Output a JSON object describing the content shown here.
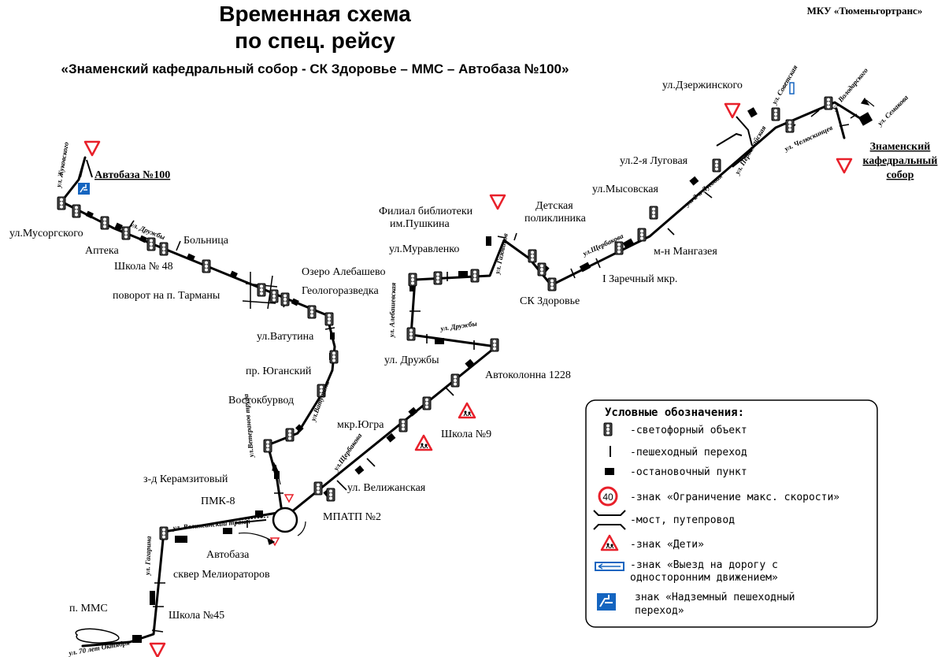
{
  "header": {
    "title_line1": "Временная схема",
    "title_line2": "по спец. рейсу",
    "route": "«Знаменский кафедральный собор - СК Здоровье – ММС – Автобаза №100»",
    "org": "МКУ «Тюменьгортранс»"
  },
  "endpoints": {
    "start": "Автобаза №100",
    "end_line1": "Знаменский",
    "end_line2": "кафедральный",
    "end_line3": "собор"
  },
  "stops": {
    "musorgskogo": "ул.Мусоргского",
    "apteka": "Аптека",
    "shkola48": "Школа № 48",
    "bolnica": "Больница",
    "povorot": "поворот на п. Тарманы",
    "geolog": "Геологоразведка",
    "vatutina": "ул.Ватутина",
    "yugansky": "пр. Юганский",
    "vostok": "Востокбурвод",
    "keramzit": "з-д Керамзитовый",
    "pmk8": "ПМК-8",
    "avtobaza": "Автобаза",
    "skver": "сквер Мелиораторов",
    "mms": "п. ММС",
    "shkola45": "Школа №45",
    "mpatp2": "МПАТП №2",
    "velizh": "ул. Велижанская",
    "mkrugra": "мкр.Югра",
    "shkola9": "Школа №9",
    "avtokolonna": "Автоколонна 1228",
    "druzhby": "ул. Дружбы",
    "alebashevo": "Озеро Алебашево",
    "muravlenko": "ул.Муравленко",
    "filial1": "Филиал библиотеки",
    "filial2": "им.Пушкина",
    "detpol1": "Детская",
    "detpol2": "поликлиника",
    "skzdorovie": "СК Здоровье",
    "zarech": "I Заречный мкр.",
    "mangazeya": "м-н Мангазея",
    "mysovskaya": "ул.Мысовская",
    "lugovaya2": "ул.2-я Луговая",
    "dzerzh": "ул.Дзержинского"
  },
  "streets": {
    "zhukovskogo": "ул. Жуковского",
    "druzhby_w": "ул. Дружбы",
    "vatutina": "ул.Ватутина",
    "vetenir": "ул.Ветеранов труда",
    "velizh_trakt": "ул. Велижанский тракт",
    "gagarina": "ул. Гагарина",
    "oktyabrya": "ул. 70 лет Октября",
    "shcherbakova_s": "ул.Щербакова",
    "druzhby_e": "ул. Дружбы",
    "alebashevskaya": "ул. Алебашевская",
    "gazovikov": "ул. Газовиков",
    "shcherbakova_n": "ул.Щербакова",
    "lugovaya": "ул. 2-я Луговая",
    "pervomayskaya": "ул. Первомайская",
    "semakova": "ул. Семакова",
    "chelyuskintsev": "ул. Челюскинцев",
    "volodarskogo": "ул. Володарского",
    "sovetskaya": "ул. Советская"
  },
  "legend": {
    "title": "Условные обозначения:",
    "items": [
      {
        "icon": "traffic-light-icon",
        "text": "-светофорный объект"
      },
      {
        "icon": "crosswalk-icon",
        "text": "-пешеходный переход"
      },
      {
        "icon": "bus-stop-icon",
        "text": "-остановочный пункт"
      },
      {
        "icon": "speed-limit-icon",
        "value": "40",
        "text": "-знак «Ограничение макс. скорости»"
      },
      {
        "icon": "bridge-icon",
        "text": "-мост, путепровод"
      },
      {
        "icon": "children-sign-icon",
        "text": "-знак «Дети»"
      },
      {
        "icon": "one-way-exit-icon",
        "text": "-знак «Выезд на дорогу с",
        "text2": "односторонним движением»"
      },
      {
        "icon": "overpass-crossing-icon",
        "text": "знак «Надземный пешеходный",
        "text2": "переход»"
      }
    ]
  },
  "colors": {
    "sign_red": "#e8202a",
    "sign_blue": "#1565c0",
    "ink": "#000000"
  }
}
